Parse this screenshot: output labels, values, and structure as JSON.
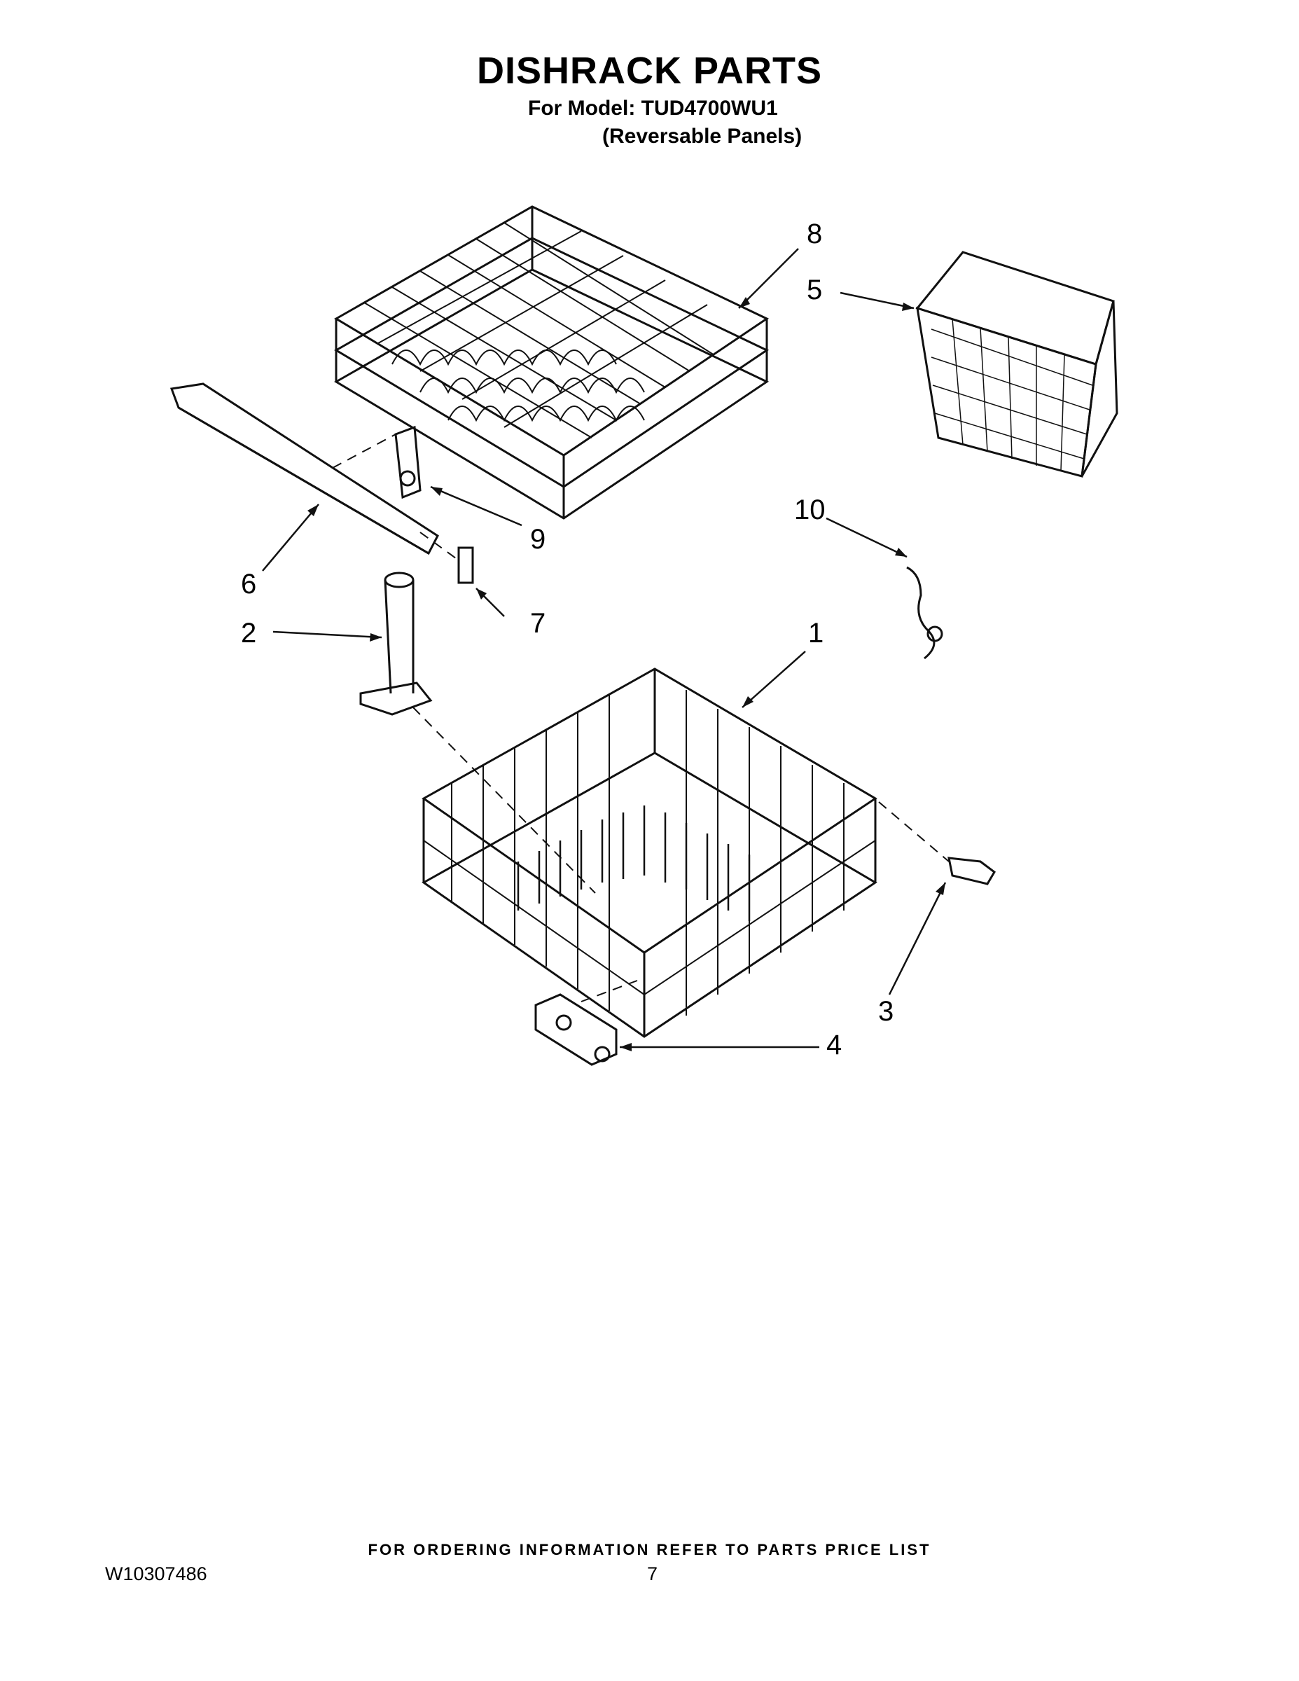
{
  "header": {
    "title": "DISHRACK PARTS",
    "model_line": "For Model: TUD4700WU1",
    "variant_line": "(Reversable Panels)"
  },
  "callouts": {
    "c1": "1",
    "c2": "2",
    "c3": "3",
    "c4": "4",
    "c5": "5",
    "c6": "6",
    "c7": "7",
    "c8": "8",
    "c9": "9",
    "c10": "10"
  },
  "footer": {
    "note": "FOR ORDERING INFORMATION REFER TO PARTS PRICE LIST",
    "doc_number": "W10307486",
    "page_number": "7"
  }
}
